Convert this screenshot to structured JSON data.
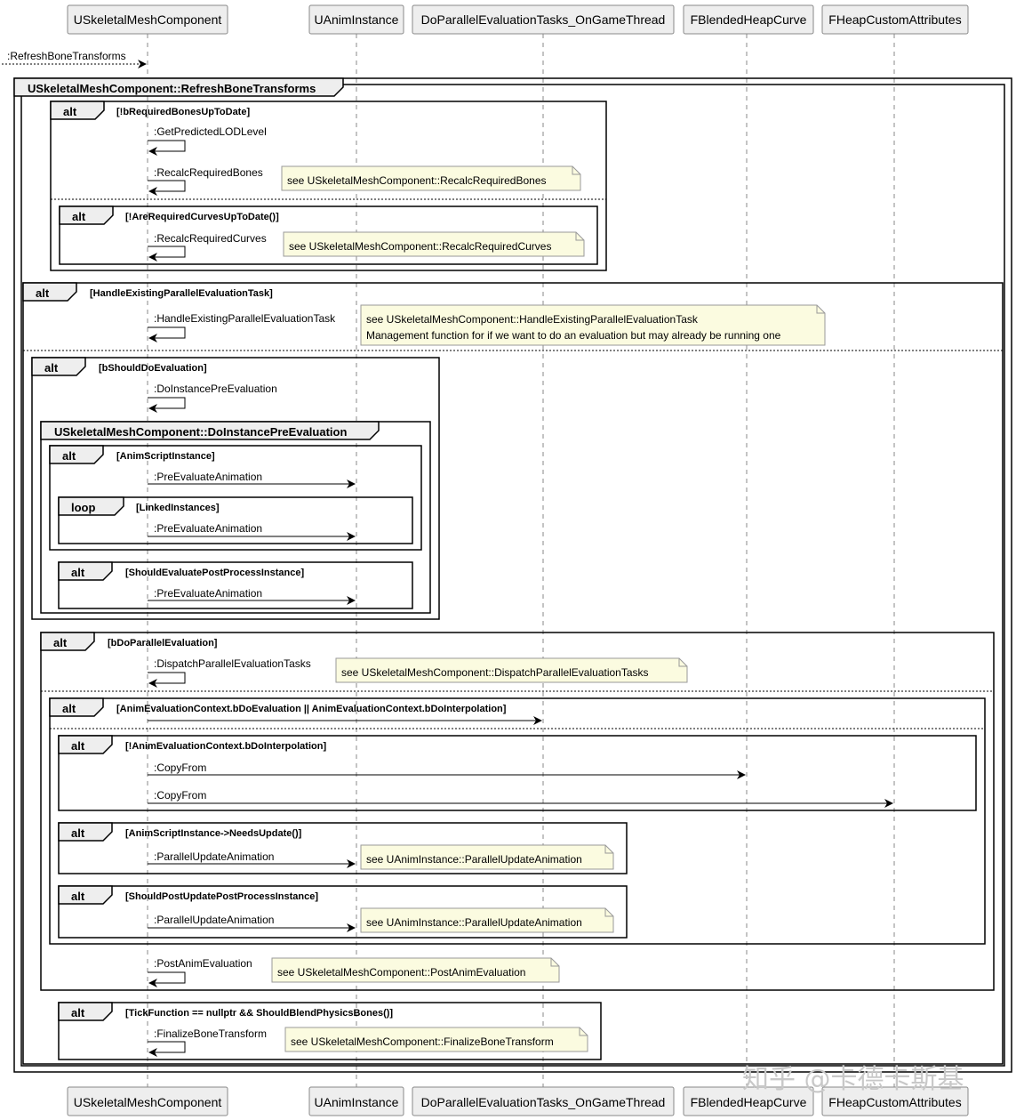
{
  "participants": [
    {
      "label": "USkeletalMeshComponent"
    },
    {
      "label": "UAnimInstance"
    },
    {
      "label": "DoParallelEvaluationTasks_OnGameThread"
    },
    {
      "label": "FBlendedHeapCurve"
    },
    {
      "label": "FHeapCustomAttributes"
    }
  ],
  "entry_message": ":RefreshBoneTransforms",
  "frames": [
    {
      "keyword": "USkeletalMeshComponent::RefreshBoneTransforms",
      "guard": ""
    },
    {
      "keyword": "alt",
      "guard": "[!bRequiredBonesUpToDate]"
    },
    {
      "keyword": "alt",
      "guard": "[!AreRequiredCurvesUpToDate()]"
    },
    {
      "keyword": "alt",
      "guard": "[HandleExistingParallelEvaluationTask]"
    },
    {
      "keyword": "alt",
      "guard": "[bShouldDoEvaluation]"
    },
    {
      "keyword": "USkeletalMeshComponent::DoInstancePreEvaluation",
      "guard": ""
    },
    {
      "keyword": "alt",
      "guard": "[AnimScriptInstance]"
    },
    {
      "keyword": "loop",
      "guard": "[LinkedInstances]"
    },
    {
      "keyword": "alt",
      "guard": "[ShouldEvaluatePostProcessInstance]"
    },
    {
      "keyword": "alt",
      "guard": "[bDoParallelEvaluation]"
    },
    {
      "keyword": "alt",
      "guard": "[AnimEvaluationContext.bDoEvaluation || AnimEvaluationContext.bDoInterpolation]"
    },
    {
      "keyword": "alt",
      "guard": "[!AnimEvaluationContext.bDoInterpolation]"
    },
    {
      "keyword": "alt",
      "guard": "[AnimScriptInstance->NeedsUpdate()]"
    },
    {
      "keyword": "alt",
      "guard": "[ShouldPostUpdatePostProcessInstance]"
    },
    {
      "keyword": "alt",
      "guard": "[TickFunction == nullptr && ShouldBlendPhysicsBones()]"
    }
  ],
  "messages": [
    ":GetPredictedLODLevel",
    ":RecalcRequiredBones",
    ":RecalcRequiredCurves",
    ":HandleExistingParallelEvaluationTask",
    ":DoInstancePreEvaluation",
    ":PreEvaluateAnimation",
    ":PreEvaluateAnimation",
    ":PreEvaluateAnimation",
    ":DispatchParallelEvaluationTasks",
    "",
    ":CopyFrom",
    ":CopyFrom",
    ":ParallelUpdateAnimation",
    ":ParallelUpdateAnimation",
    ":PostAnimEvaluation",
    ":FinalizeBoneTransform"
  ],
  "notes": [
    [
      "see USkeletalMeshComponent::RecalcRequiredBones"
    ],
    [
      "see USkeletalMeshComponent::RecalcRequiredCurves"
    ],
    [
      "see USkeletalMeshComponent::HandleExistingParallelEvaluationTask",
      "Management function for if we want to do an evaluation but may already be running one"
    ],
    [
      "see USkeletalMeshComponent::DispatchParallelEvaluationTasks"
    ],
    [
      "see UAnimInstance::ParallelUpdateAnimation"
    ],
    [
      "see UAnimInstance::ParallelUpdateAnimation"
    ],
    [
      "see USkeletalMeshComponent::PostAnimEvaluation"
    ],
    [
      "see USkeletalMeshComponent::FinalizeBoneTransform"
    ]
  ],
  "watermark": "知乎 @卡德卡斯基",
  "colors": {
    "note_fill": "#fbfbe0",
    "participant_fill": "#eeeeee",
    "frame_tab_fill": "#eeeeee"
  }
}
